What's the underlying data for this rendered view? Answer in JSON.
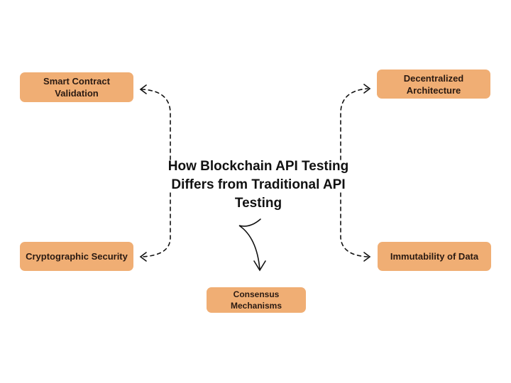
{
  "diagram": {
    "title_lines": [
      "How Blockchain API Testing",
      "Differs from Traditional API",
      "Testing"
    ],
    "nodes": {
      "smart_contract": "Smart Contract Validation",
      "decentralized": "Decentralized Architecture",
      "cryptographic": "Cryptographic Security",
      "immutability": "Immutability of Data",
      "consensus": "Consensus Mechanisms"
    },
    "colors": {
      "node_fill": "#f0ae74",
      "node_text": "#2a1a12",
      "title_text": "#111111",
      "connector": "#111111",
      "background": "#ffffff"
    }
  }
}
